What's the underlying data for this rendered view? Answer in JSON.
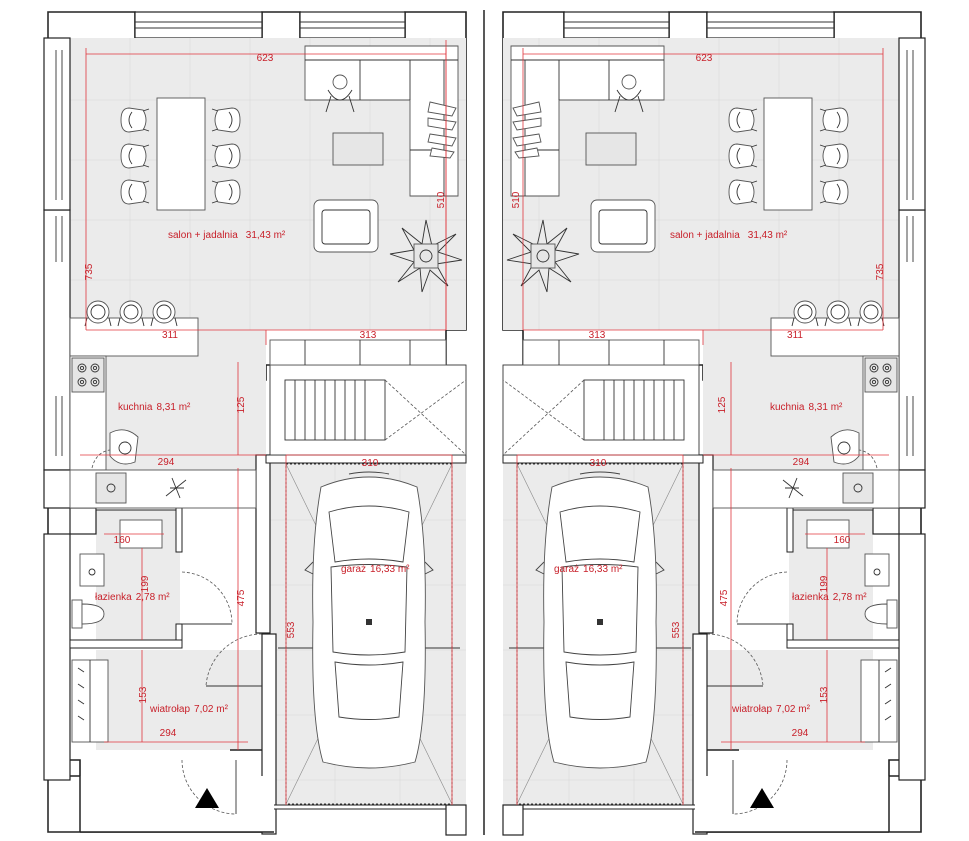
{
  "units": [
    {
      "id": "left",
      "rooms": [
        {
          "key": "salon",
          "name": "salon + jadalnia",
          "area": "31,43 m²"
        },
        {
          "key": "kuchnia",
          "name": "kuchnia",
          "area": "8,31 m²"
        },
        {
          "key": "lazienka",
          "name": "łazienka",
          "area": "2,78 m²"
        },
        {
          "key": "wiatrolap",
          "name": "wiatrołap",
          "area": "7,02 m²"
        },
        {
          "key": "garaz",
          "name": "garaż",
          "area": "16,33 m²"
        }
      ],
      "dimensions": [
        "623",
        "510",
        "735",
        "311",
        "313",
        "125",
        "294",
        "310",
        "160",
        "199",
        "475",
        "553",
        "153",
        "294"
      ]
    },
    {
      "id": "right",
      "rooms": [
        {
          "key": "salon",
          "name": "salon + jadalnia",
          "area": "31,43 m²"
        },
        {
          "key": "kuchnia",
          "name": "kuchnia",
          "area": "8,31 m²"
        },
        {
          "key": "lazienka",
          "name": "łazienka",
          "area": "2,78 m²"
        },
        {
          "key": "wiatrolap",
          "name": "wiatrołap",
          "area": "7,02 m²"
        },
        {
          "key": "garaz",
          "name": "garaż",
          "area": "16,33 m²"
        }
      ],
      "dimensions": [
        "623",
        "510",
        "735",
        "311",
        "313",
        "125",
        "294",
        "310",
        "160",
        "199",
        "475",
        "553",
        "153",
        "294"
      ]
    }
  ],
  "entrance_marker": "black-triangle",
  "colors": {
    "dimension": "#e0363d",
    "label": "#c8202a",
    "wall": "#222222",
    "floor": "#ebebeb"
  }
}
